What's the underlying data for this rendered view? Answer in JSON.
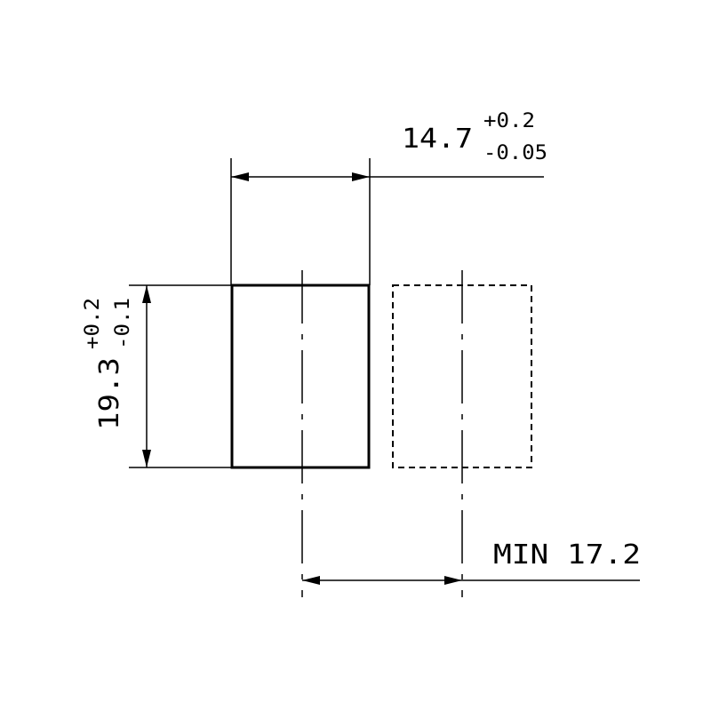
{
  "drawing": {
    "stroke_color": "#000000",
    "background": "#ffffff",
    "width_dimension": {
      "nominal": "14.7",
      "tol_upper": "+0.2",
      "tol_lower": "-0.05"
    },
    "height_dimension": {
      "nominal": "19.3",
      "tol_upper": "+0.2",
      "tol_lower": "-0.1"
    },
    "pitch_dimension": {
      "label": "MIN 17.2"
    },
    "components": [
      {
        "name": "primary-footprint",
        "style": "solid"
      },
      {
        "name": "adjacent-footprint",
        "style": "dashed"
      }
    ]
  }
}
